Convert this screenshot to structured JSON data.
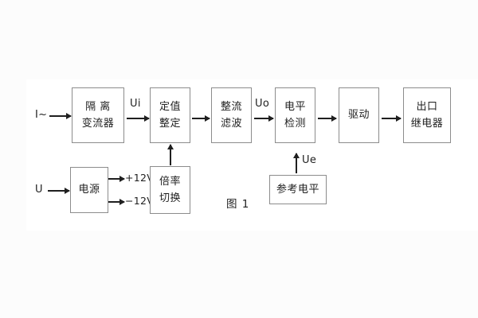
{
  "figure": {
    "caption": "图 1",
    "colors": {
      "box_border": "#8c8c8c",
      "line": "#1f1f1f",
      "panel_bg": "#ffffff",
      "canvas_bg": "#fcfcfc"
    }
  },
  "blocks": {
    "isolation_ct": {
      "line1": "隔 离",
      "line2": "变流器"
    },
    "setting": {
      "line1": "定值",
      "line2": "整定"
    },
    "rectify_filter": {
      "line1": "整流",
      "line2": "滤波"
    },
    "level_detect": {
      "line1": "电平",
      "line2": "检测"
    },
    "drive": {
      "line1": "驱动",
      "line2": ""
    },
    "output_relay": {
      "line1": "出口",
      "line2": "继电器"
    },
    "power_supply": {
      "line1": "电源",
      "line2": ""
    },
    "multiplier_switch": {
      "line1": "倍率",
      "line2": "切换"
    },
    "reference_level": {
      "line1": "参考电平",
      "line2": ""
    }
  },
  "signals": {
    "current_input": "I~",
    "voltage_input": "U",
    "ui": "Ui",
    "uo": "Uo",
    "ue": "Ue",
    "rail_positive": "+12V",
    "rail_negative": "−12V"
  }
}
